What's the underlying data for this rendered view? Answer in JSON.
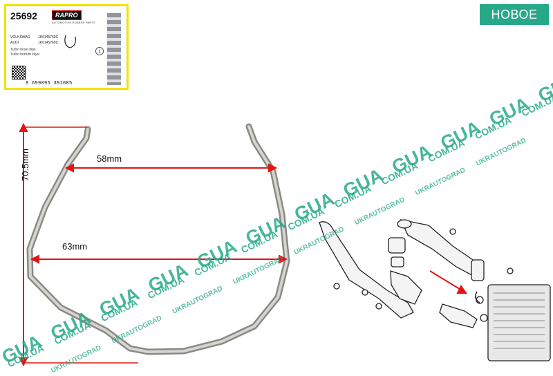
{
  "label": {
    "code": "25692",
    "brand": "RAPRO",
    "brand_sub": "AUTOMOTIVE RUBBER PARTS",
    "rows": [
      {
        "make": "VOLKSWAG",
        "part": "1K0145769C"
      },
      {
        "make": "AUDI",
        "part": "1K0145769C"
      }
    ],
    "desc_line1": "Turbo hose clips",
    "desc_line2": "Turbo hortum kliysi",
    "barcode_number": "8 699095 391005"
  },
  "badge": {
    "text": "НОВОЕ",
    "color": "#27a989"
  },
  "dimensions": {
    "top_width": "58mm",
    "bottom_width": "63mm",
    "height": "70.5mm"
  },
  "watermark": {
    "main": "GUA",
    "domain": "COM.UA",
    "tagline": "UKRAUTOGRAD"
  }
}
